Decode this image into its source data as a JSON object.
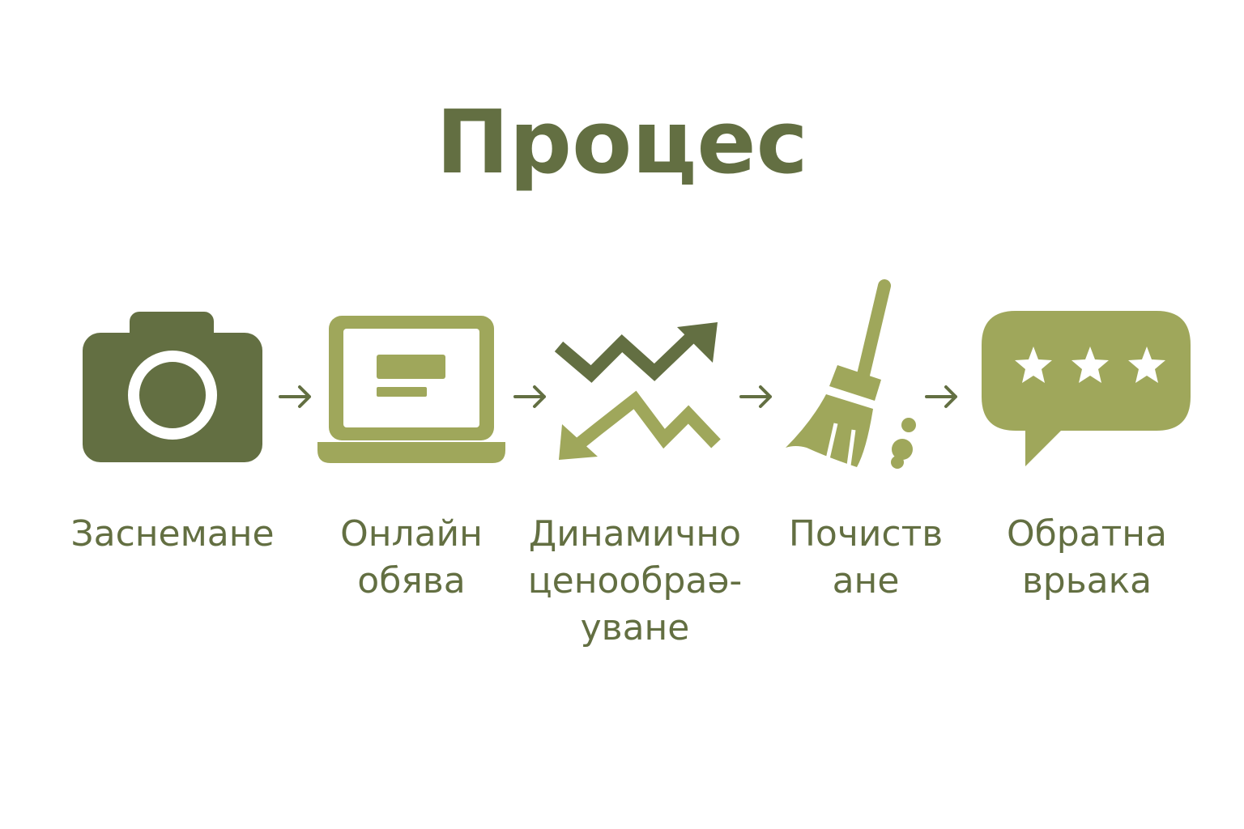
{
  "title": "Процес",
  "colors": {
    "dark_green": "#636f42",
    "light_green": "#9fa75b",
    "background": "#ffffff"
  },
  "steps": [
    {
      "icon": "camera-icon",
      "label_lines": [
        "Заснемане"
      ]
    },
    {
      "icon": "laptop-icon",
      "label_lines": [
        "Онлайн",
        "обява"
      ]
    },
    {
      "icon": "zigzag-arrows-icon",
      "label_lines": [
        "Динамично",
        "ценообраә-",
        "уване"
      ]
    },
    {
      "icon": "broom-icon",
      "label_lines": [
        "Почиств",
        "ане"
      ]
    },
    {
      "icon": "rating-bubble-icon",
      "label_lines": [
        "Обратна",
        "врьака"
      ]
    }
  ],
  "connector_icon": "arrow-right-icon"
}
